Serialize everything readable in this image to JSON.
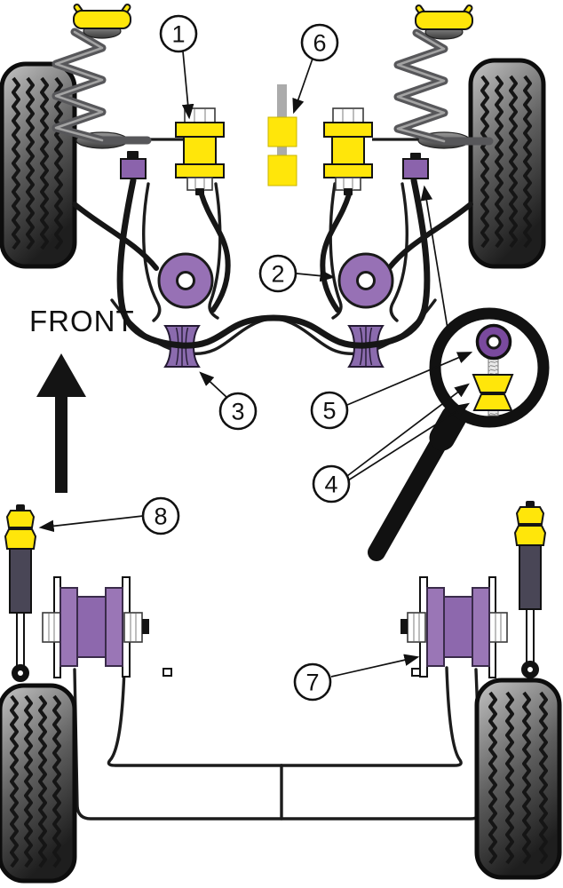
{
  "diagram": {
    "front_label": "FRONT",
    "callouts": [
      {
        "label": "1"
      },
      {
        "label": "2"
      },
      {
        "label": "3"
      },
      {
        "label": "4"
      },
      {
        "label": "5"
      },
      {
        "label": "6"
      },
      {
        "label": "7"
      },
      {
        "label": "8"
      }
    ],
    "colors": {
      "part_yellow": "#ffe60a",
      "part_purple": "#9771b5",
      "ribbed_bush_purple": "#8b6bae",
      "rear_bush_purple": "#9a76b6",
      "magnifier_part_purple": "#7a4a9e",
      "outline_black": "#141414",
      "background": "#ffffff"
    }
  }
}
